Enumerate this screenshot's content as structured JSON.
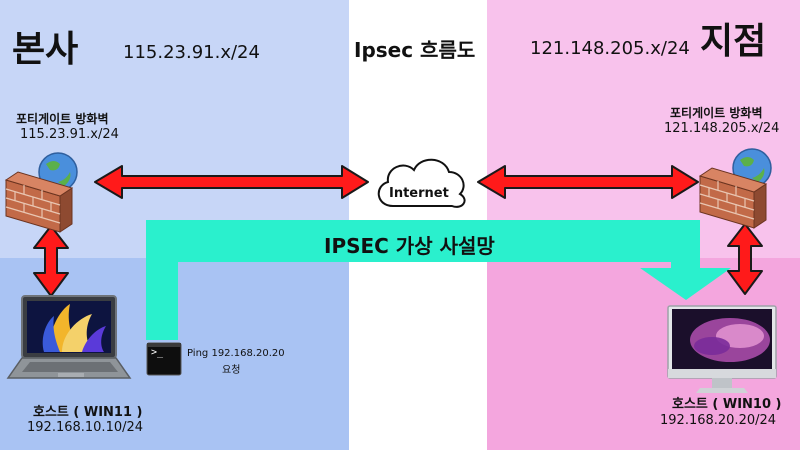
{
  "colors": {
    "hq_top": "#c7d6f7",
    "hq_bottom": "#a9c3f3",
    "branch_top": "#f8c2ec",
    "branch_bottom": "#f4a6de",
    "center": "#ffffff",
    "arrow_red": "#ff1a1a",
    "tunnel": "#2af0cd",
    "brick": "#c26a48",
    "globe": "#4a8fdc"
  },
  "hq": {
    "title": "본사",
    "network": "115.23.91.x/24",
    "firewall_label": "포티게이트 방화벽",
    "firewall_ip": "115.23.91.x/24",
    "host_label": "호스트 ( WIN11 )",
    "host_ip": "192.168.10.10/24"
  },
  "center": {
    "title": "Ipsec 흐름도",
    "internet_label": "Internet"
  },
  "branch": {
    "title": "지점",
    "network": "121.148.205.x/24",
    "firewall_label": "포티게이트 방화벽",
    "firewall_ip": "121.148.205.x/24",
    "host_label": "호스트 ( WIN10 )",
    "host_ip": "192.168.20.20/24"
  },
  "tunnel": {
    "label": "IPSEC 가상 사설망"
  },
  "terminal": {
    "prompt": ">_",
    "ping_line1": "Ping 192.168.20.20",
    "ping_line2": "요청"
  }
}
